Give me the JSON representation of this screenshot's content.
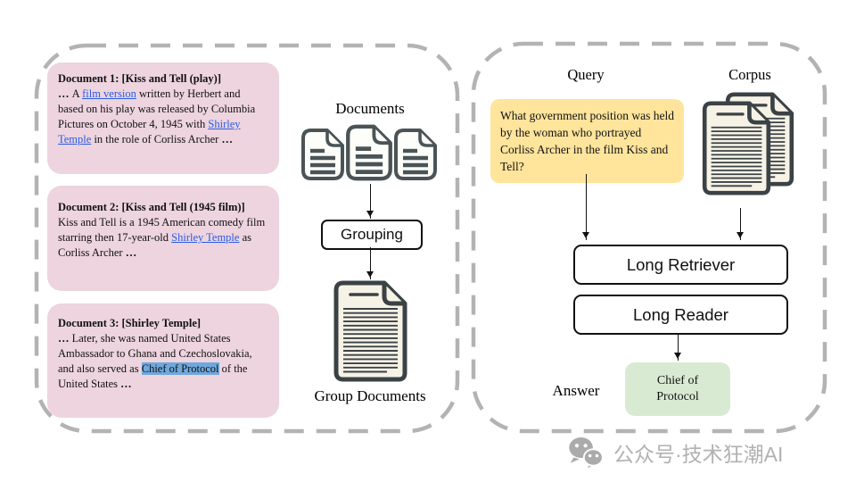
{
  "left_panel": {
    "documents_label": "Documents",
    "grouping_label": "Grouping",
    "group_documents_label": "Group Documents",
    "documents": [
      {
        "title": "Document 1: [Kiss and Tell (play)]",
        "segments": [
          {
            "text": "… ",
            "style": "bold"
          },
          {
            "text": "A "
          },
          {
            "text": "film version",
            "style": "link"
          },
          {
            "text": " written by Herbert and based on his play was released by Columbia Pictures on October 4, 1945 with "
          },
          {
            "text": "Shirley Temple",
            "style": "link"
          },
          {
            "text": " in the role of Corliss Archer "
          },
          {
            "text": "…",
            "style": "bold"
          }
        ]
      },
      {
        "title": "Document 2: [Kiss and Tell (1945 film)]",
        "segments": [
          {
            "text": "Kiss and Tell is a 1945 American comedy film starring then 17-year-old "
          },
          {
            "text": "Shirley Temple",
            "style": "link"
          },
          {
            "text": " as Corliss Archer "
          },
          {
            "text": "…",
            "style": "bold"
          }
        ]
      },
      {
        "title": "Document 3: [Shirley Temple]",
        "segments": [
          {
            "text": "… ",
            "style": "bold"
          },
          {
            "text": "Later, she was named United States Ambassador to Ghana and Czechoslovakia, and also served as "
          },
          {
            "text": "Chief of Protocol",
            "style": "highlight"
          },
          {
            "text": " of the United States "
          },
          {
            "text": "…",
            "style": "bold"
          }
        ]
      }
    ]
  },
  "right_panel": {
    "query_label": "Query",
    "corpus_label": "Corpus",
    "query_text": "What government position was held by the woman who portrayed Corliss Archer in the film Kiss and Tell?",
    "retriever_label": "Long Retriever",
    "reader_label": "Long Reader",
    "answer_label": "Answer",
    "answer_text": "Chief of Protocol"
  },
  "watermark": {
    "icon": "wechat-icon",
    "text": "公众号·技术狂潮AI"
  },
  "icons": {
    "small_documents": "document-icon",
    "group_document": "group-document-icon",
    "corpus": "corpus-documents-icon",
    "wechat": "wechat-icon"
  },
  "colors": {
    "doc_box_bg": "#edd4df",
    "query_box_bg": "#ffe49c",
    "answer_box_bg": "#d9ead3",
    "highlight_bg": "#6fa8dc",
    "link_color": "#2b5ce2",
    "panel_border": "#b3b3b3",
    "icon_outline": "#4a5456",
    "icon_fill": "#f6f2e6",
    "watermark_color": "#b1b1b1"
  }
}
